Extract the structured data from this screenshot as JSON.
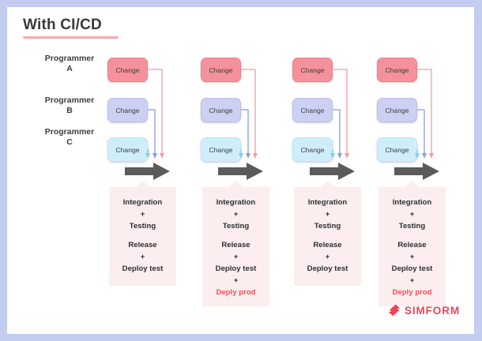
{
  "page": {
    "title": "With CI/CD",
    "background_border_color": "#c3cdf2",
    "card_color": "#ffffff",
    "title_color": "#3a3a3a",
    "title_underline_color": "#f6a9ac"
  },
  "rows": [
    {
      "id": "a",
      "label_line1": "Programmer",
      "label_line2": "A",
      "box_label": "Change",
      "box_color": "#f5919a",
      "connector_color": "#f69aa2"
    },
    {
      "id": "b",
      "label_line1": "Programmer",
      "label_line2": "B",
      "box_label": "Change",
      "box_color": "#ccd0f2",
      "connector_color": "#8c9ae0"
    },
    {
      "id": "c",
      "label_line1": "Programmer",
      "label_line2": "C",
      "box_label": "Change",
      "box_color": "#cfeefb",
      "connector_color": "#7fd0ee"
    }
  ],
  "arrow": {
    "name": "pipeline-arrow",
    "color": "#5b5b5b"
  },
  "columns": [
    {
      "index": 1,
      "change_labels": [
        "Change",
        "Change",
        "Change"
      ],
      "stage": {
        "line1": "Integration",
        "plus1": "+",
        "line2": "Testing",
        "line3": "Release",
        "plus2": "+",
        "line4": "Deploy test",
        "plus3": "",
        "line5": "",
        "has_deploy_prod": false
      }
    },
    {
      "index": 2,
      "change_labels": [
        "Change",
        "Change",
        "Change"
      ],
      "stage": {
        "line1": "Integration",
        "plus1": "+",
        "line2": "Testing",
        "line3": "Release",
        "plus2": "+",
        "line4": "Deploy test",
        "plus3": "+",
        "line5": "Deply prod",
        "has_deploy_prod": true
      }
    },
    {
      "index": 3,
      "change_labels": [
        "Change",
        "Change",
        "Change"
      ],
      "stage": {
        "line1": "Integration",
        "plus1": "+",
        "line2": "Testing",
        "line3": "Release",
        "plus2": "+",
        "line4": "Deploy test",
        "plus3": "",
        "line5": "",
        "has_deploy_prod": false
      }
    },
    {
      "index": 4,
      "change_labels": [
        "Change",
        "Change",
        "Change"
      ],
      "stage": {
        "line1": "Integration",
        "plus1": "+",
        "line2": "Testing",
        "line3": "Release",
        "plus2": "+",
        "line4": "Deploy test",
        "plus3": "+",
        "line5": "Deply prod",
        "has_deploy_prod": true
      }
    }
  ],
  "logo": {
    "text": "SIMFORM",
    "color": "#ef4452",
    "mark_name": "simform-logo-mark"
  }
}
